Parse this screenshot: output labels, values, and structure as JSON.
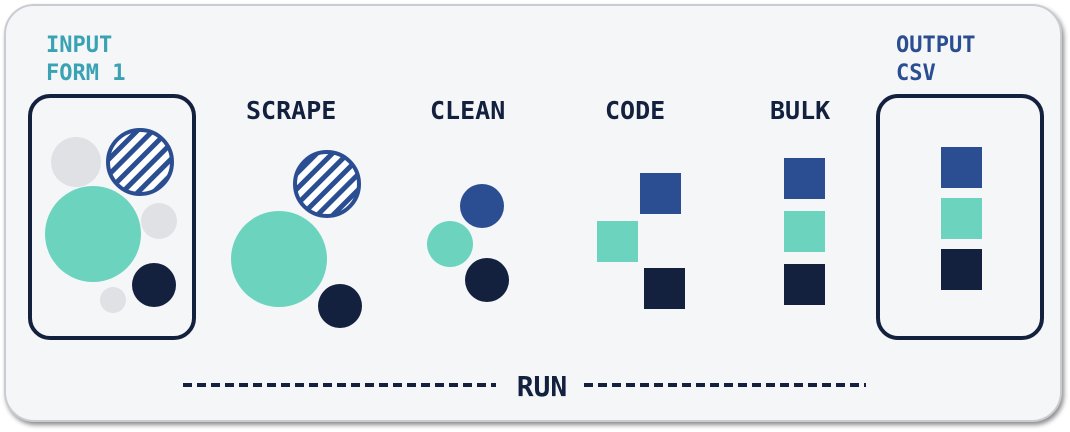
{
  "input": {
    "line1": "INPUT",
    "line2": "FORM 1"
  },
  "output": {
    "line1": "OUTPUT",
    "line2": "CSV"
  },
  "stages": {
    "scrape": "SCRAPE",
    "clean": "CLEAN",
    "code": "CODE",
    "bulk": "BULK"
  },
  "run_label": "RUN",
  "colors": {
    "navy": "#13213f",
    "blue": "#2b4d92",
    "teal": "#6cd4be",
    "gray": "#e0e1e5",
    "input_label": "#3aa3b3",
    "output_label": "#2b4d92"
  }
}
